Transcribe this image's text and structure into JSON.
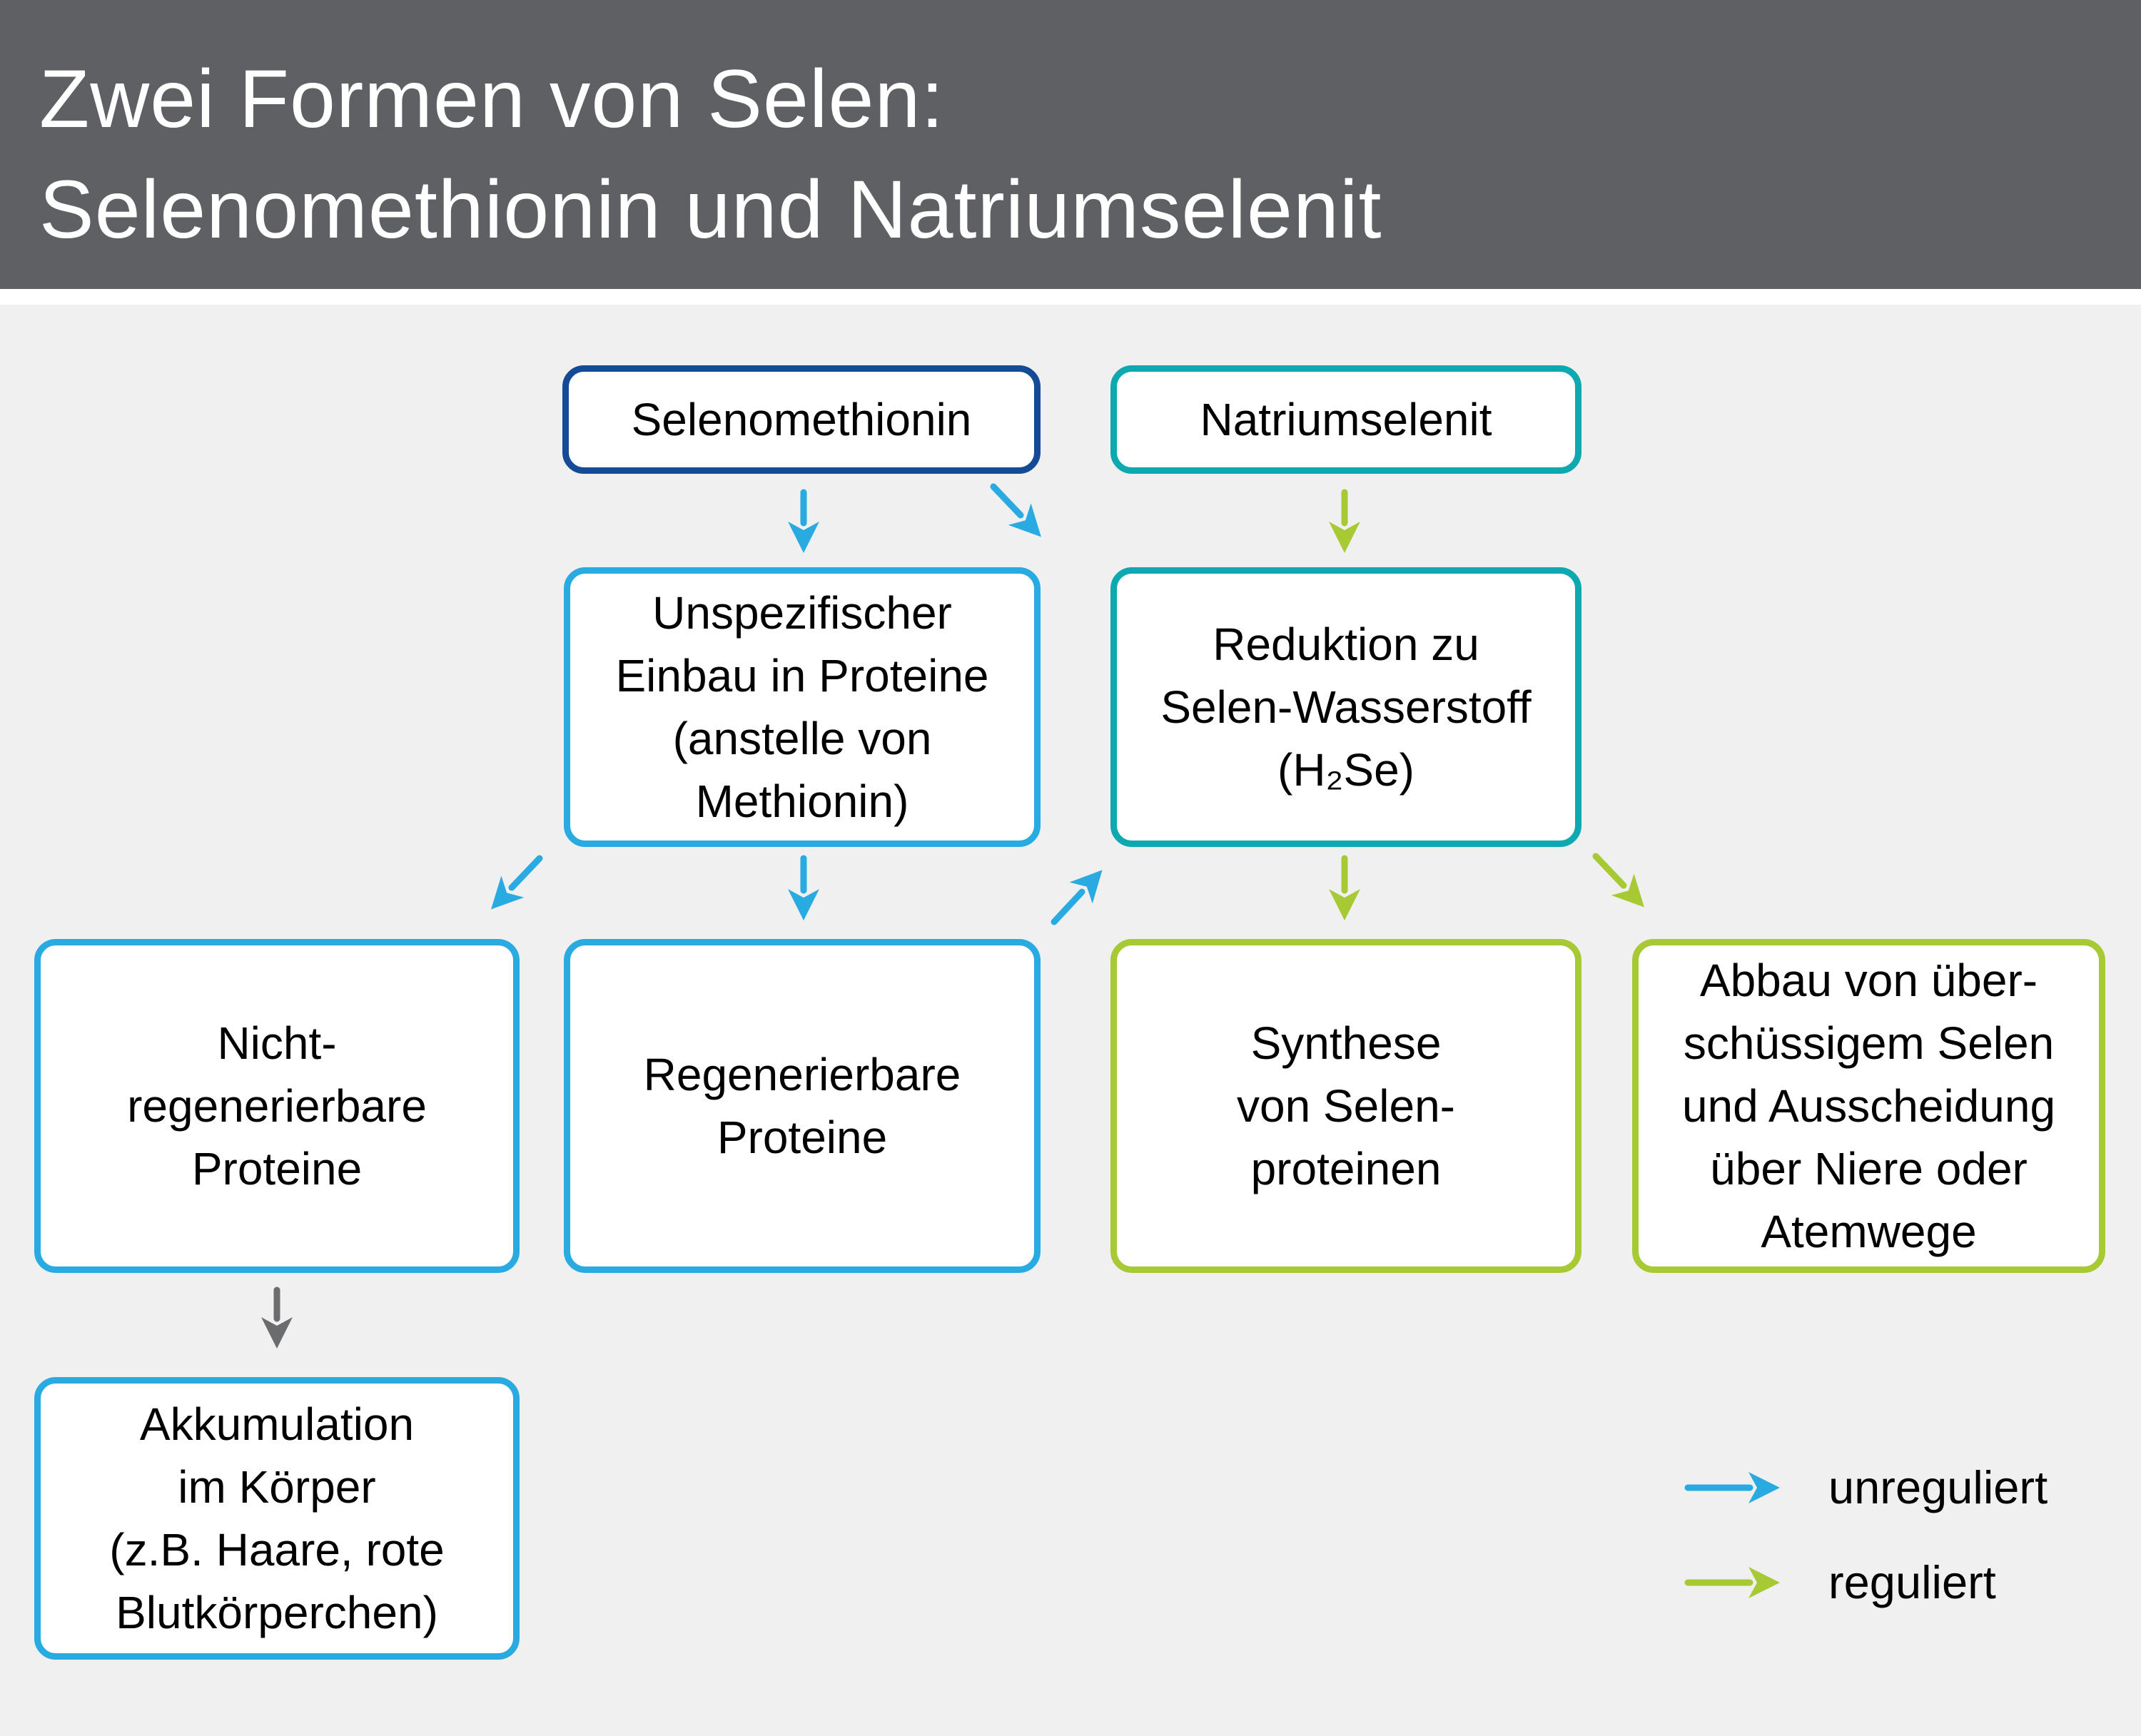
{
  "header": {
    "title_line1": "Zwei Formen von Selen:",
    "title_line2": "Selenomethionin und Natriumselenit"
  },
  "nodes": {
    "selenomethionin": {
      "lines": [
        "Selenomethionin"
      ],
      "border_color": "#134b96"
    },
    "natriumselenit": {
      "lines": [
        "Natriumselenit"
      ],
      "border_color": "#0ea8b0"
    },
    "unspezifischer_einbau": {
      "lines": [
        "Unspezifischer",
        "Einbau in Proteine",
        "(anstelle von",
        "Methionin)"
      ],
      "border_color": "#29abe2"
    },
    "reduktion": {
      "lines": [
        "Reduktion zu",
        "Selen-Wasserstoff",
        "(H₂Se)"
      ],
      "border_color": "#0ea8b0"
    },
    "nicht_regenerierbare": {
      "lines": [
        "Nicht-",
        "regenerierbare",
        "Proteine"
      ],
      "border_color": "#29abe2"
    },
    "regenerierbare": {
      "lines": [
        "Regenerierbare",
        "Proteine"
      ],
      "border_color": "#29abe2"
    },
    "synthese": {
      "lines": [
        "Synthese",
        "von Selen-",
        "proteinen"
      ],
      "border_color": "#a6c934"
    },
    "abbau": {
      "lines": [
        "Abbau von über-",
        "schüssigem Selen",
        "und Ausscheidung",
        "über Niere oder",
        "Atemwege"
      ],
      "border_color": "#a6c934"
    },
    "akkumulation": {
      "lines": [
        "Akkumulation",
        "im Körper",
        "(z.B. Haare, rote",
        "Blutkörperchen)"
      ],
      "border_color": "#29abe2"
    }
  },
  "edges": [
    {
      "from": "selenomethionin",
      "to": "unspezifischer_einbau",
      "type": "unreguliert"
    },
    {
      "from": "selenomethionin",
      "to": "reduktion",
      "type": "unreguliert"
    },
    {
      "from": "natriumselenit",
      "to": "reduktion",
      "type": "reguliert"
    },
    {
      "from": "unspezifischer_einbau",
      "to": "nicht_regenerierbare",
      "type": "unreguliert"
    },
    {
      "from": "unspezifischer_einbau",
      "to": "regenerierbare",
      "type": "unreguliert"
    },
    {
      "from": "regenerierbare",
      "to": "reduktion",
      "type": "unreguliert"
    },
    {
      "from": "reduktion",
      "to": "synthese",
      "type": "reguliert"
    },
    {
      "from": "reduktion",
      "to": "abbau",
      "type": "reguliert"
    },
    {
      "from": "nicht_regenerierbare",
      "to": "akkumulation",
      "type": "neutral"
    }
  ],
  "legend": {
    "unregulated_label": "unreguliert",
    "regulated_label": "reguliert"
  },
  "colors": {
    "header_background": "#5e6063",
    "body_background": "#f0f0f1",
    "node_fill": "#ffffff",
    "navy_border": "#134b96",
    "teal_border": "#0ea8b0",
    "unregulated_arrow_cyan": "#29abe2",
    "regulated_arrow_green": "#a6c934",
    "neutral_arrow_gray": "#6b6c6e",
    "title_text": "#ffffff",
    "node_text": "#000000"
  }
}
